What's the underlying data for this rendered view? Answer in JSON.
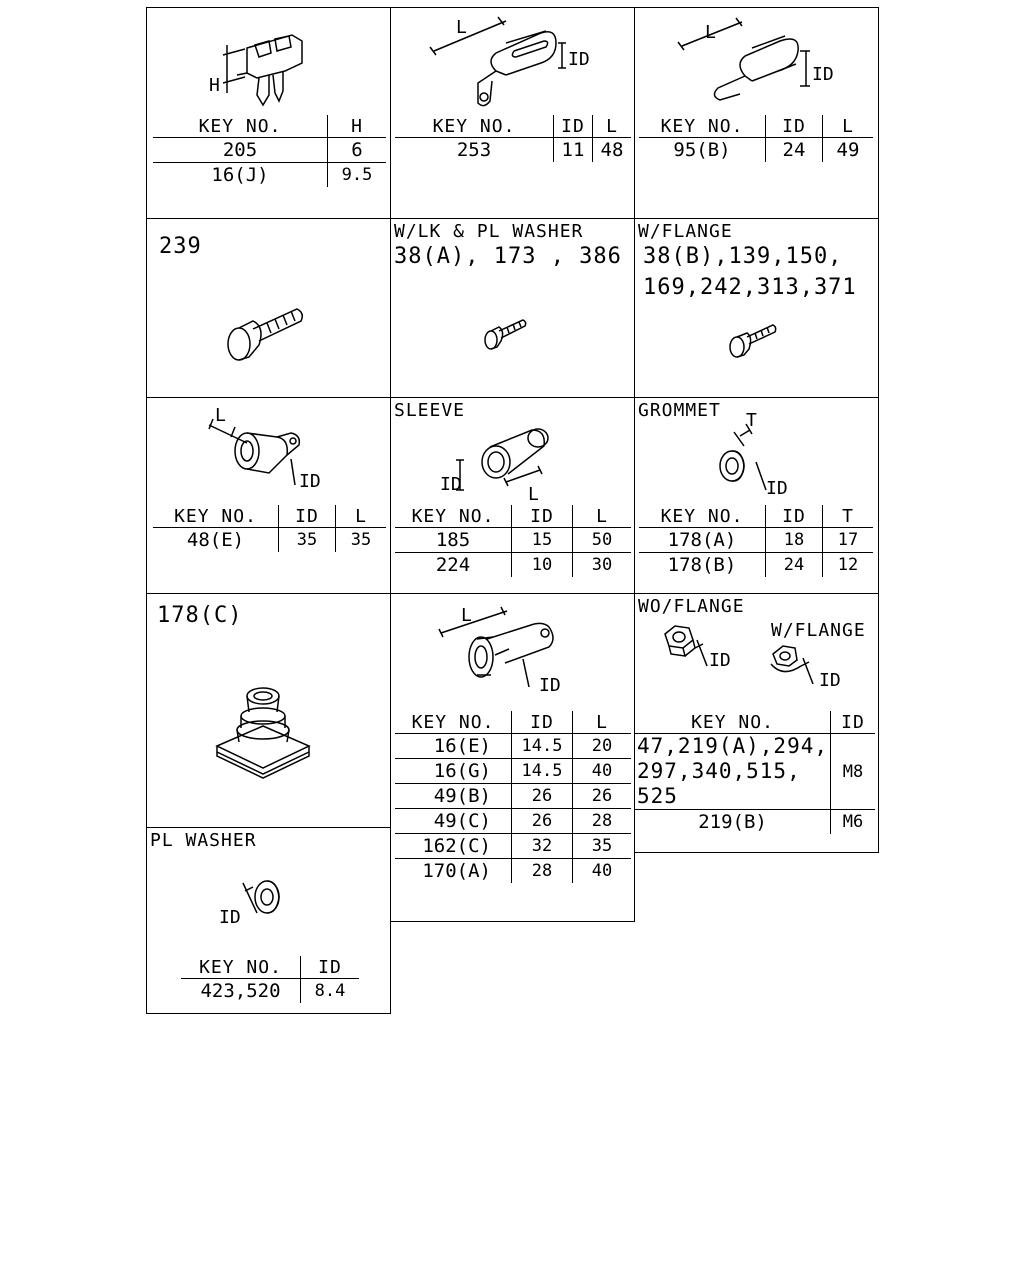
{
  "cells": {
    "c1": {
      "h_label": "H",
      "table": {
        "headers": [
          "KEY NO.",
          "H"
        ],
        "rows": [
          [
            "205",
            "6"
          ],
          [
            "16(J)",
            "9.5"
          ]
        ]
      }
    },
    "c2": {
      "l_label": "L",
      "id_label": "ID",
      "table": {
        "headers": [
          "KEY NO.",
          "ID",
          "L"
        ],
        "rows": [
          [
            "253",
            "11",
            "48"
          ]
        ]
      }
    },
    "c3": {
      "l_label": "L",
      "id_label": "ID",
      "table": {
        "headers": [
          "KEY NO.",
          "ID",
          "L"
        ],
        "rows": [
          [
            "95(B)",
            "24",
            "49"
          ]
        ]
      }
    },
    "c4": {
      "keys": "239"
    },
    "c5": {
      "title": "W/LK & PL WASHER",
      "keys": "38(A), 173 , 386"
    },
    "c6": {
      "title": "W/FLANGE",
      "keys_line1": "38(B),139,150,",
      "keys_line2": "169,242,313,371"
    },
    "c7": {
      "l_label": "L",
      "id_label": "ID",
      "table": {
        "headers": [
          "KEY NO.",
          "ID",
          "L"
        ],
        "rows": [
          [
            "48(E)",
            "35",
            "35"
          ]
        ]
      }
    },
    "c8": {
      "title": "SLEEVE",
      "l_label": "L",
      "id_label": "ID",
      "table": {
        "headers": [
          "KEY NO.",
          "ID",
          "L"
        ],
        "rows": [
          [
            "185",
            "15",
            "50"
          ],
          [
            "224",
            "10",
            "30"
          ]
        ]
      }
    },
    "c9": {
      "title": "GROMMET",
      "t_label": "T",
      "id_label": "ID",
      "table": {
        "headers": [
          "KEY NO.",
          "ID",
          "T"
        ],
        "rows": [
          [
            "178(A)",
            "18",
            "17"
          ],
          [
            "178(B)",
            "24",
            "12"
          ]
        ]
      }
    },
    "c10": {
      "keys": "178(C)"
    },
    "c11": {
      "l_label": "L",
      "id_label": "ID",
      "table": {
        "headers": [
          "KEY NO.",
          "ID",
          "L"
        ],
        "rows": [
          [
            "16(E)",
            "14.5",
            "20"
          ],
          [
            "16(G)",
            "14.5",
            "40"
          ],
          [
            "49(B)",
            "26",
            "26"
          ],
          [
            "49(C)",
            "26",
            "28"
          ],
          [
            "162(C)",
            "32",
            "35"
          ],
          [
            "170(A)",
            "28",
            "40"
          ]
        ]
      }
    },
    "c12": {
      "title": "WO/FLANGE",
      "title2": "W/FLANGE",
      "id_label": "ID",
      "table": {
        "headers": [
          "KEY NO.",
          "ID"
        ],
        "rows": [
          {
            "keys": [
              "47,219(A),294,",
              "297,340,515,",
              "525"
            ],
            "id": "M8"
          },
          {
            "keys": [
              "219(B)"
            ],
            "id": "M6"
          }
        ]
      }
    },
    "c13": {
      "title": "PL WASHER",
      "id_label": "ID",
      "table": {
        "headers": [
          "KEY NO.",
          "ID"
        ],
        "rows": [
          [
            "423,520",
            "8.4"
          ]
        ]
      }
    }
  }
}
